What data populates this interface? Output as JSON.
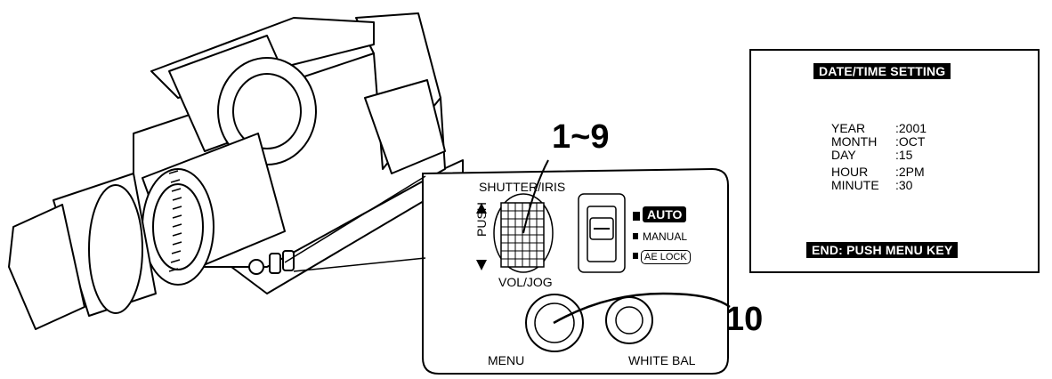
{
  "callouts": {
    "dial": "1~9",
    "menu": "10"
  },
  "panel": {
    "shutter_iris": "SHUTTER/IRIS",
    "push": "PUSH",
    "vol_jog": "VOL/JOG",
    "menu": "MENU",
    "white_bal": "WHITE BAL",
    "modes": {
      "auto": "AUTO",
      "manual": "MANUAL",
      "ae_lock": "AE LOCK"
    }
  },
  "screen": {
    "title": "DATE/TIME SETTING",
    "rows": [
      {
        "label": "YEAR",
        "value": ":2001"
      },
      {
        "label": "MONTH",
        "value": ":OCT"
      },
      {
        "label": "DAY",
        "value": ":15"
      },
      {
        "label": "HOUR",
        "value": ":2PM"
      },
      {
        "label": "MINUTE",
        "value": ":30"
      }
    ],
    "footer": "END: PUSH MENU KEY"
  }
}
